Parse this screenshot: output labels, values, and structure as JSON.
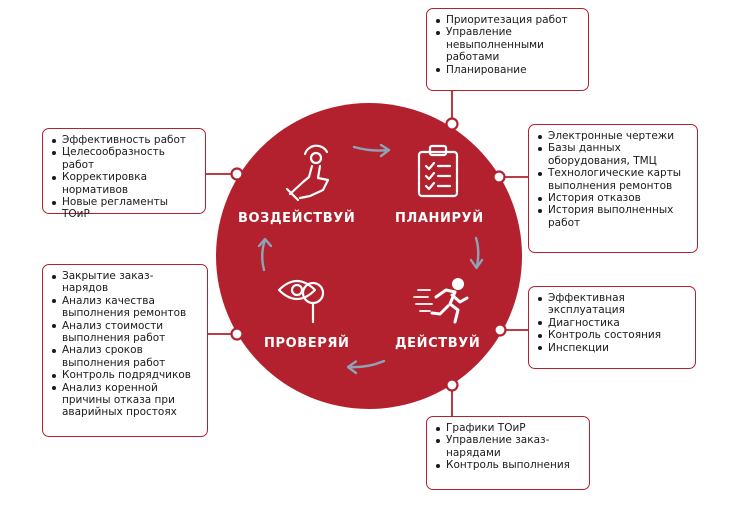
{
  "colors": {
    "accent": "#b3212e",
    "arrow": "#8fa3b8",
    "icon": "#ffffff"
  },
  "phases": [
    {
      "label": "ВОЗДЕЙСТВУЙ",
      "icon": "hand-tap-icon"
    },
    {
      "label": "ПЛАНИРУЙ",
      "icon": "clipboard-checklist-icon"
    },
    {
      "label": "ДЕЙСТВУЙ",
      "icon": "running-person-icon"
    },
    {
      "label": "ПРОВЕРЯЙ",
      "icon": "eye-magnifier-icon"
    }
  ],
  "boxes": {
    "top": [
      "Приоритезация работ",
      "Управление невыполненными работами",
      "Планирование"
    ],
    "right_top": [
      "Электронные чертежи",
      "Базы данных оборудования, ТМЦ",
      "Технологические карты выполнения ремонтов",
      "История отказов",
      "История выполненных работ"
    ],
    "right_bottom": [
      "Эффективная эксплуатация",
      "Диагностика",
      "Контроль состояния",
      "Инспекции"
    ],
    "bottom": [
      "Графики ТОиР",
      "Управление заказ-нарядами",
      "Контроль выполнения"
    ],
    "left_top": [
      "Эффективность работ",
      "Целесообразность работ",
      "Корректировка нормативов",
      "Новые регламенты ТОиР"
    ],
    "left_bottom": [
      "Закрытие заказ-нарядов",
      "Анализ качества выполнения ремонтов",
      "Анализ стоимости выполнения работ",
      "Анализ сроков выполнения работ",
      "Контроль подрядчиков",
      "Анализ коренной причины отказа при аварийных простоях"
    ]
  }
}
